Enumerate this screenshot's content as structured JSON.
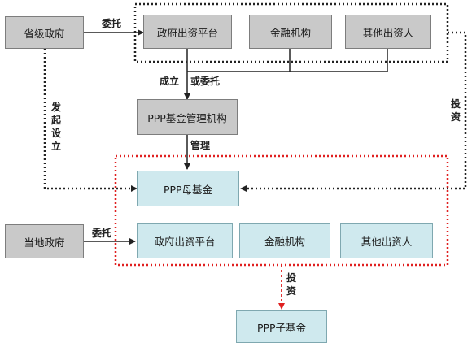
{
  "top_row": {
    "provincial_gov": "省级政府",
    "gov_platform": "政府出资平台",
    "financial_inst": "金融机构",
    "other_investors": "其他出资人"
  },
  "ppp_manager": "PPP基金管理机构",
  "ppp_parent_fund": "PPP母基金",
  "bottom_row": {
    "local_gov": "当地政府",
    "gov_platform": "政府出资平台",
    "financial_inst": "金融机构",
    "other_investors": "其他出资人"
  },
  "ppp_sub_fund": "PPP子基金",
  "labels": {
    "entrust_top": "委托",
    "establish": "成立",
    "or_entrust": "或委托",
    "initiate_setup": "发起设立",
    "manage": "管理",
    "invest_right": "投资",
    "entrust_bottom": "委托",
    "invest_bottom": "投资"
  },
  "colors": {
    "gray_box": "#c9c9c9",
    "cyan_box": "#cfe9ee",
    "red_dotted": "#e02020",
    "black_dotted": "#222222"
  }
}
